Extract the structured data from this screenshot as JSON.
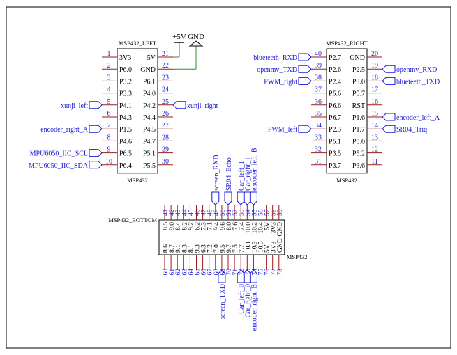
{
  "left": {
    "title": "MSP432_LEFT",
    "part": "MSP432",
    "pins": [
      {
        "ln": "1",
        "lname": "3V3",
        "rnum": "21",
        "rname": "5V"
      },
      {
        "ln": "2",
        "lname": "P6.0",
        "rnum": "22",
        "rname": "GND"
      },
      {
        "ln": "3",
        "lname": "P3.2",
        "rnum": "23",
        "rname": "P6.1"
      },
      {
        "ln": "4",
        "lname": "P3.3",
        "rnum": "24",
        "rname": "P4.0"
      },
      {
        "ln": "5",
        "lname": "P4.1",
        "rnum": "25",
        "rname": "P4.2"
      },
      {
        "ln": "6",
        "lname": "P4.3",
        "rnum": "26",
        "rname": "P4.4"
      },
      {
        "ln": "7",
        "lname": "P1.5",
        "rnum": "27",
        "rname": "P4.5"
      },
      {
        "ln": "8",
        "lname": "P4.6",
        "rnum": "28",
        "rname": "P4.7"
      },
      {
        "ln": "9",
        "lname": "P6.5",
        "rnum": "29",
        "rname": "P5.1"
      },
      {
        "ln": "10",
        "lname": "P6.4",
        "rnum": "30",
        "rname": "P5.5"
      }
    ],
    "power": {
      "vcc": "+5V",
      "gnd": "GND"
    },
    "nets": [
      {
        "pin": 5,
        "side": "left",
        "label": "xunji_left"
      },
      {
        "pin": 7,
        "side": "left",
        "label": "encoder_right_A"
      },
      {
        "pin": 9,
        "side": "left",
        "label": "MPU6050_IIC_SCL"
      },
      {
        "pin": 10,
        "side": "left",
        "label": "MPU6050_IIC_SDA"
      },
      {
        "pin": 5,
        "side": "right",
        "label": "xunji_right"
      }
    ]
  },
  "right": {
    "title": "MSP432_RIGHT",
    "part": "MSP432",
    "pins": [
      {
        "ln": "40",
        "lname": "P2.7",
        "rnum": "20",
        "rname": "GND"
      },
      {
        "ln": "39",
        "lname": "P2.6",
        "rnum": "19",
        "rname": "P2.5"
      },
      {
        "ln": "38",
        "lname": "P2.4",
        "rnum": "18",
        "rname": "P3.0"
      },
      {
        "ln": "37",
        "lname": "P5.6",
        "rnum": "17",
        "rname": "P5.7"
      },
      {
        "ln": "36",
        "lname": "P6.6",
        "rnum": "16",
        "rname": "RST"
      },
      {
        "ln": "35",
        "lname": "P6.7",
        "rnum": "15",
        "rname": "P1.6"
      },
      {
        "ln": "34",
        "lname": "P2.3",
        "rnum": "14",
        "rname": "P1.7"
      },
      {
        "ln": "33",
        "lname": "P5.1",
        "rnum": "13",
        "rname": "P5.0"
      },
      {
        "ln": "32",
        "lname": "P3.5",
        "rnum": "12",
        "rname": "P5.2"
      },
      {
        "ln": "31",
        "lname": "P3.7",
        "rnum": "11",
        "rname": "P3.6"
      }
    ],
    "nets": [
      {
        "pin": 1,
        "side": "left",
        "label": "blueteeth_RXD"
      },
      {
        "pin": 2,
        "side": "left",
        "label": "openmv_TXD"
      },
      {
        "pin": 3,
        "side": "left",
        "label": "PWM_right"
      },
      {
        "pin": 7,
        "side": "left",
        "label": "PWM_left"
      },
      {
        "pin": 2,
        "side": "right",
        "label": "openmv_RXD"
      },
      {
        "pin": 3,
        "side": "right",
        "label": "blueteeth_TXD"
      },
      {
        "pin": 6,
        "side": "right",
        "label": "encoder_left_A"
      },
      {
        "pin": 7,
        "side": "right",
        "label": "SR04_Triq"
      }
    ]
  },
  "bottom": {
    "title": "MSP432_BOTTOM",
    "part": "MSP432",
    "top_nums": [
      "41",
      "42",
      "43",
      "44",
      "45",
      "46",
      "47",
      "48",
      "49",
      "50",
      "51",
      "52",
      "53",
      "54",
      "55",
      "56",
      "57",
      "58",
      "59"
    ],
    "top_names": [
      "8.5",
      "9.0",
      "8.4",
      "8.2",
      "9.2",
      "6.2",
      "7.3",
      "7.1",
      "9.4",
      "9.6",
      "8.0",
      "7.6",
      "7.4",
      "10.0",
      "10.2",
      "10.4",
      "5V",
      "3V3",
      "GND"
    ],
    "bottom_nums": [
      "60",
      "61",
      "62",
      "63",
      "64",
      "65",
      "66",
      "67",
      "68",
      "69",
      "70",
      "71",
      "72",
      "73",
      "74",
      "75",
      "76",
      "77",
      "78"
    ],
    "bottom_names": [
      "8.6",
      "8.7",
      "9.1",
      "8.3",
      "8.1",
      "9.3",
      "6.3",
      "7.2",
      "7.0",
      "9.5",
      "9.7",
      "7.5",
      "7.7",
      "10.1",
      "10.3",
      "10.5",
      "5V",
      "3V3",
      "GND"
    ],
    "top_nets": [
      {
        "pin": 9,
        "label": "screen_RXD"
      },
      {
        "pin": 11,
        "label": "SR04_Echo"
      },
      {
        "pin": 13,
        "label": "Car_left_1"
      },
      {
        "pin": 14,
        "label": "Car_right_1"
      },
      {
        "pin": 15,
        "label": "encoder_left_B"
      }
    ],
    "bottom_nets": [
      {
        "pin": 10,
        "label": "screen_TXD"
      },
      {
        "pin": 13,
        "label": "Car_left_0"
      },
      {
        "pin": 14,
        "label": "Car_right_0"
      },
      {
        "pin": 15,
        "label": "encoder_right_B"
      }
    ]
  }
}
